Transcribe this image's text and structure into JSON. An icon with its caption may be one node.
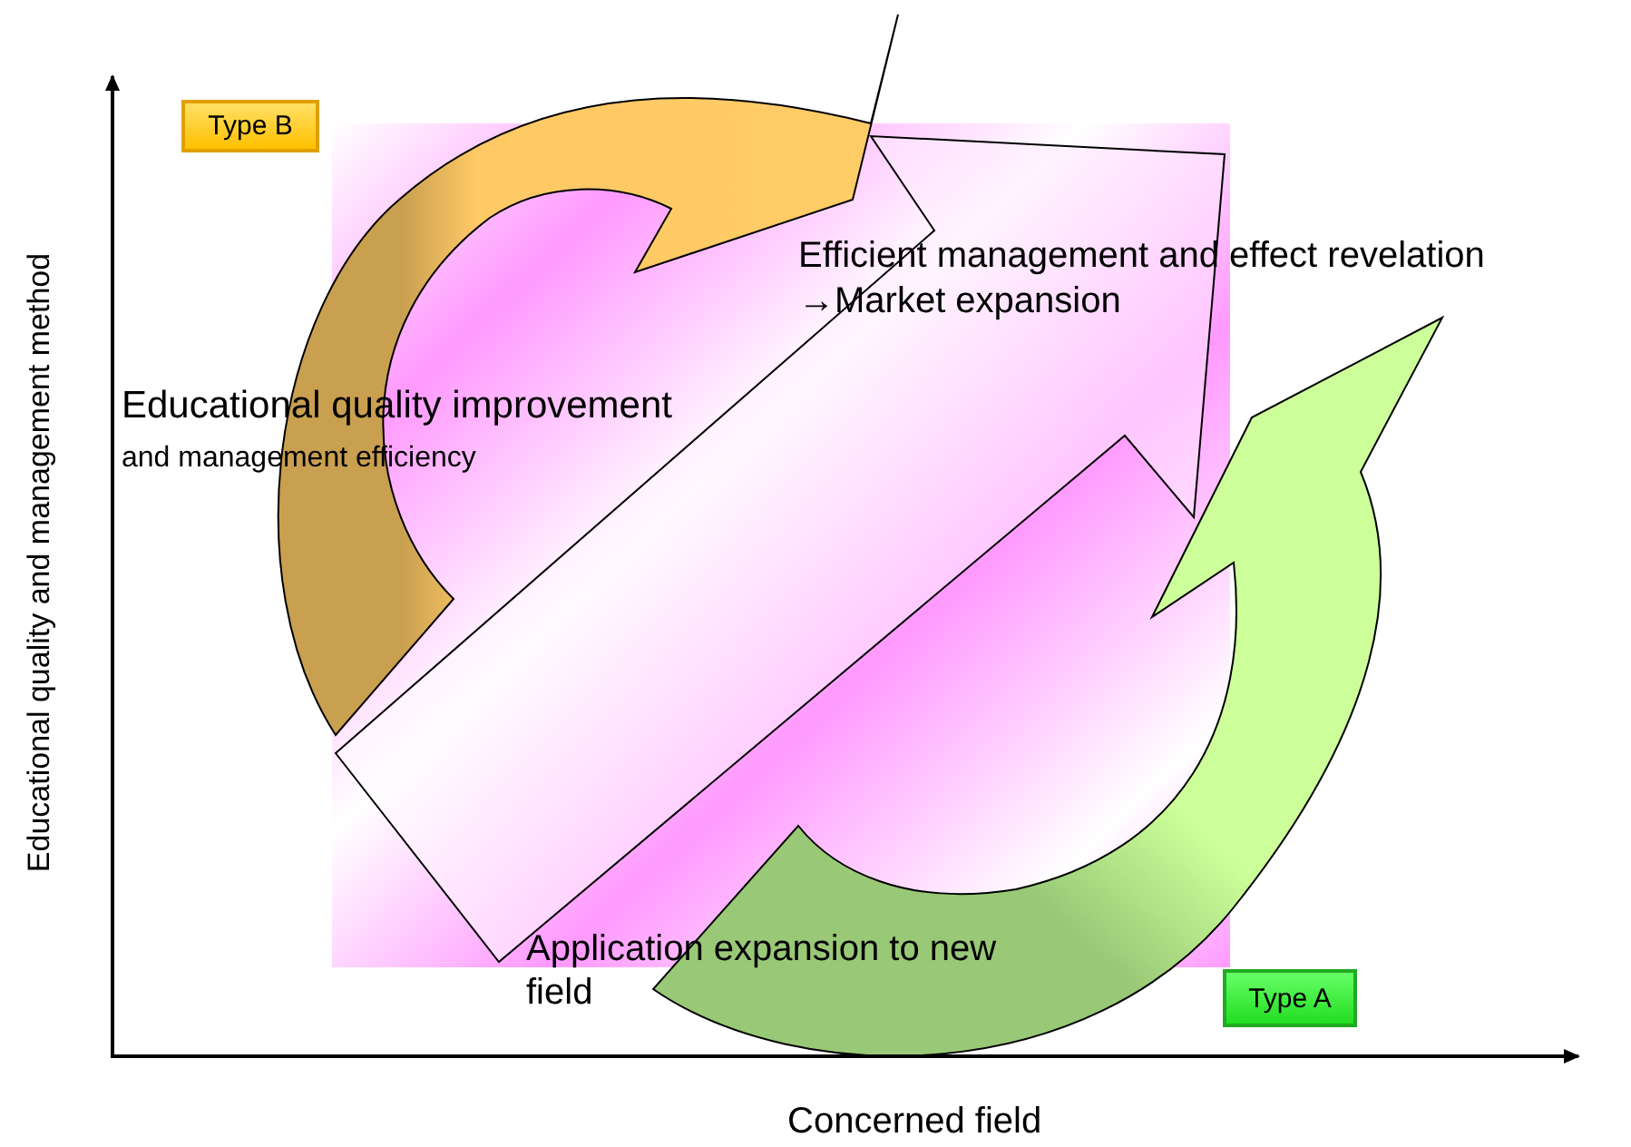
{
  "diagram": {
    "nodes": [
      {
        "text": [
          "Type B"
        ]
      },
      {
        "text": [
          "Type A"
        ]
      }
    ],
    "labels": [
      "Efficient management and effect revelation",
      "→Market expansion",
      "Educational quality improvement",
      "and management efficiency",
      "Application expansion to new field",
      "Educational quality and management method",
      "Concerned field"
    ]
  }
}
